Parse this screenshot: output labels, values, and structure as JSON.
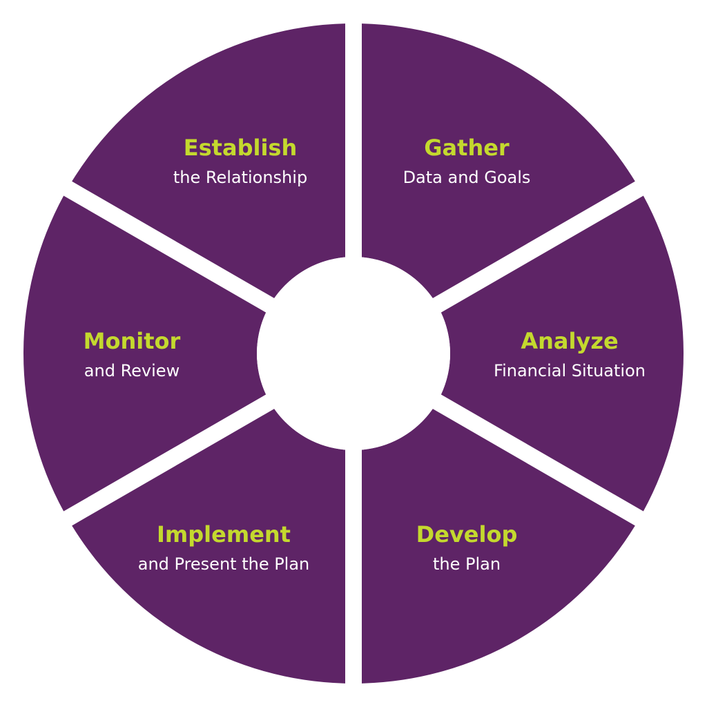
{
  "colors": {
    "segment": "#5e2466",
    "title": "#c4d92e",
    "subtitle": "#ffffff",
    "background": "#ffffff"
  },
  "segments": [
    {
      "title": "Gather",
      "subtitle": "Data and Goals"
    },
    {
      "title": "Analyze",
      "subtitle": "Financial Situation"
    },
    {
      "title": "Develop",
      "subtitle": "the Plan"
    },
    {
      "title": "Implement",
      "subtitle": "and Present the Plan"
    },
    {
      "title": "Monitor",
      "subtitle": "and Review"
    },
    {
      "title": "Establish",
      "subtitle": "the Relationship"
    }
  ]
}
